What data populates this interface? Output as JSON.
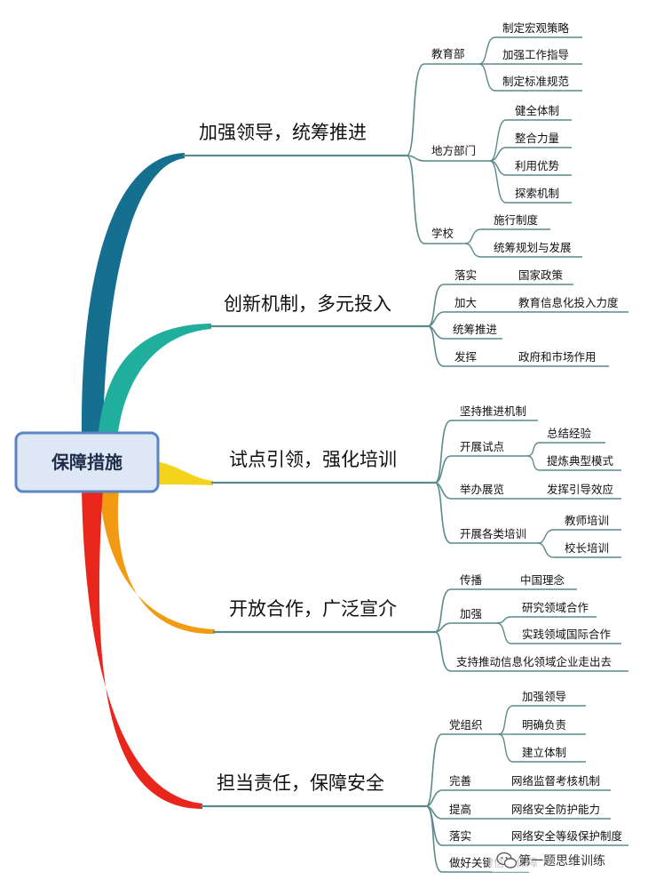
{
  "root": "保障措施",
  "watermark": "第一题思维训练",
  "colors": {
    "root_fill": "#dde7f5",
    "root_border": "#5b84c4",
    "connector": "#5a8a8a",
    "branch_1": "#156f8f",
    "branch_2": "#1faf9c",
    "branch_3": "#f3d31b",
    "branch_4": "#f29a12",
    "branch_5": "#e8261c"
  },
  "branches": [
    {
      "label": "加强领导，统筹推进",
      "children": [
        {
          "label": "教育部",
          "children": [
            "制定宏观策略",
            "加强工作指导",
            "制定标准规范"
          ]
        },
        {
          "label": "地方部门",
          "children": [
            "健全体制",
            "整合力量",
            "利用优势",
            "探索机制"
          ]
        },
        {
          "label": "学校",
          "children": [
            "施行制度",
            "统筹规划与发展"
          ]
        }
      ]
    },
    {
      "label": "创新机制，多元投入",
      "children": [
        {
          "label": "落实",
          "children": [
            "国家政策"
          ]
        },
        {
          "label": "加大",
          "children": [
            "教育信息化投入力度"
          ]
        },
        {
          "label": "统筹推进",
          "children": []
        },
        {
          "label": "发挥",
          "children": [
            "政府和市场作用"
          ]
        }
      ]
    },
    {
      "label": "试点引领，强化培训",
      "children": [
        {
          "label": "坚持推进机制",
          "children": []
        },
        {
          "label": "开展试点",
          "children": [
            "总结经验",
            "提炼典型模式"
          ]
        },
        {
          "label": "举办展览",
          "children": [
            "发挥引导效应"
          ]
        },
        {
          "label": "开展各类培训",
          "children": [
            "教师培训",
            "校长培训"
          ]
        }
      ]
    },
    {
      "label": "开放合作，广泛宣介",
      "children": [
        {
          "label": "传播",
          "children": [
            "中国理念"
          ]
        },
        {
          "label": "加强",
          "children": [
            "研究领域合作",
            "实践领域国际合作"
          ]
        },
        {
          "label": "支持推动信息化领域企业走出去",
          "children": []
        }
      ]
    },
    {
      "label": "担当责任，保障安全",
      "children": [
        {
          "label": "党组织",
          "children": [
            "加强领导",
            "明确负责",
            "建立体制"
          ]
        },
        {
          "label": "完善",
          "children": [
            "网络监督考核机制"
          ]
        },
        {
          "label": "提高",
          "children": [
            "网络安全防护能力"
          ]
        },
        {
          "label": "落实",
          "children": [
            "网络安全等级保护制度"
          ]
        },
        {
          "label": "做好关键信息保障",
          "children": []
        }
      ]
    }
  ]
}
